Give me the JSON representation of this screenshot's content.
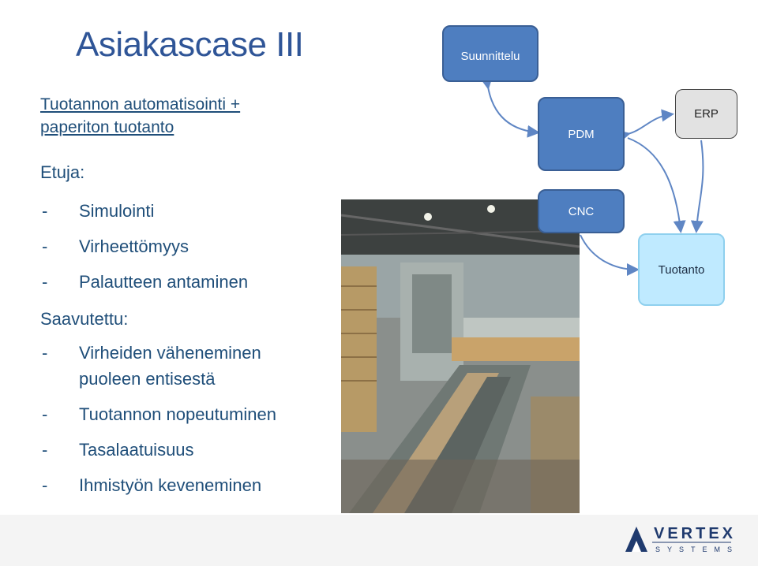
{
  "title": "Asiakascase III",
  "subtitle": [
    "Tuotannon automatisointi +",
    "paperiton tuotanto"
  ],
  "benefits_heading": "Etuja:",
  "benefits": [
    "Simulointi",
    "Virheettömyys",
    "Palautteen antaminen"
  ],
  "achieved_heading": "Saavutettu:",
  "achieved": [
    {
      "line1": "Virheiden väheneminen",
      "line2": "puoleen entisestä"
    },
    {
      "line1": "Tuotannon nopeutuminen"
    },
    {
      "line1": "Tasalaatuisuus"
    },
    {
      "line1": "Ihmistyön keveneminen"
    }
  ],
  "bullet_dash": "-",
  "diagram": {
    "suunnittelu": "Suunnittelu",
    "pdm": "PDM",
    "erp": "ERP",
    "cnc": "CNC",
    "tuotanto": "Tuotanto"
  },
  "logo": {
    "line1": "VERTEX",
    "line2": "SYSTEMS"
  },
  "colors": {
    "title": "#2f5597",
    "box_blue": "#4e7ec0",
    "box_light": "#bfeaff"
  }
}
